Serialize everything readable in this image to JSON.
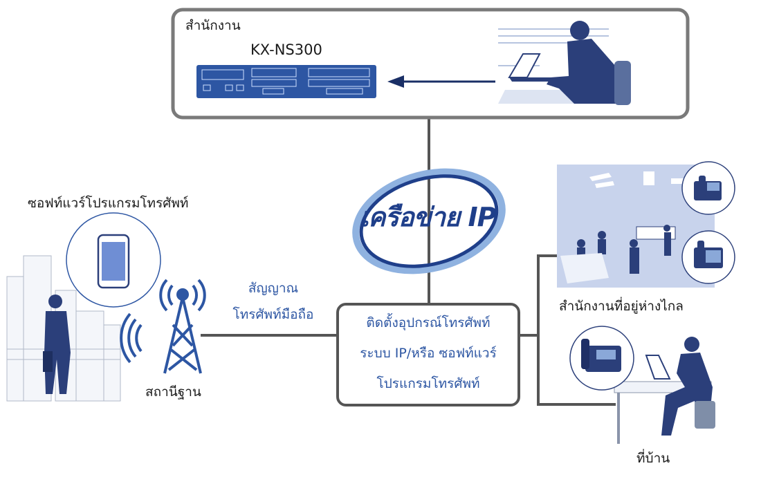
{
  "office": {
    "title": "สำนักงาน",
    "device_model": "KX-NS300"
  },
  "network": {
    "label": "เครือข่าย IP"
  },
  "center": {
    "line1": "ติดตั้งอุปกรณ์โทรศัพท์",
    "line2": "ระบบ IP/หรือ ซอฟท์แวร์",
    "line3": "โปรแกรมโทรศัพท์"
  },
  "mobile": {
    "softphone_label": "ซอฟท์แวร์โปรแกรมโทรศัพท์",
    "signal_line1": "สัญญาณ",
    "signal_line2": "โทรศัพท์มือถือ",
    "base_station_label": "สถานีฐาน"
  },
  "remote": {
    "branch_label": "สำนักงานที่อยู่ห่างไกล",
    "home_label": "ที่บ้าน"
  },
  "colors": {
    "accent_blue": "#2d56a3",
    "dark_blue": "#1f3f8a",
    "connector_gray": "#555555",
    "box_border": "#7a7a7a"
  }
}
